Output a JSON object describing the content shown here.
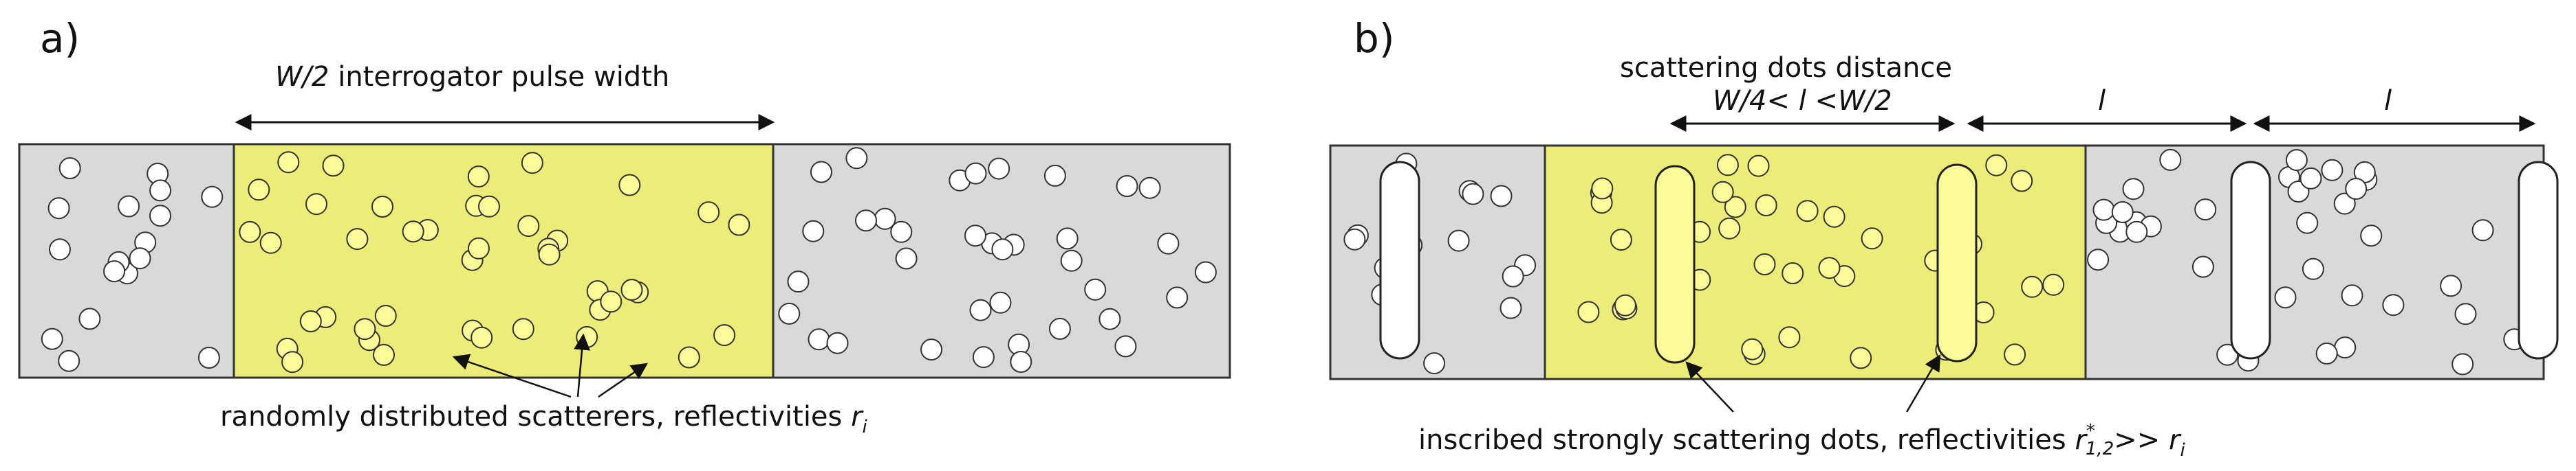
{
  "colors": {
    "fiber": "#d9d9d9",
    "pulse": "#ecec78",
    "scatterer_in_pulse": "#fbfb9a",
    "scatterer": "#ffffff",
    "outline": "#333333"
  },
  "panel_a": {
    "label": "a)",
    "pulse_label_var": "W/2",
    "pulse_label_text": " interrogator pulse width",
    "caption_main": "randomly distributed scatterers, reflectivities ",
    "caption_r": "r",
    "caption_r_sub": "i"
  },
  "panel_b": {
    "label": "b)",
    "distance_title": "scattering dots distance",
    "distance_cond_1": "W/4< ",
    "distance_cond_l": "l",
    "distance_cond_2": " <W/2",
    "l_label_1": "l",
    "l_label_2": "l",
    "caption_main": "inscribed strongly scattering dots, reflectivities ",
    "caption_r": "r",
    "caption_r_sub": "1,2",
    "caption_r_sup": "*",
    "caption_gt": ">> ",
    "caption_r2": "r",
    "caption_r2_sub": "i"
  }
}
